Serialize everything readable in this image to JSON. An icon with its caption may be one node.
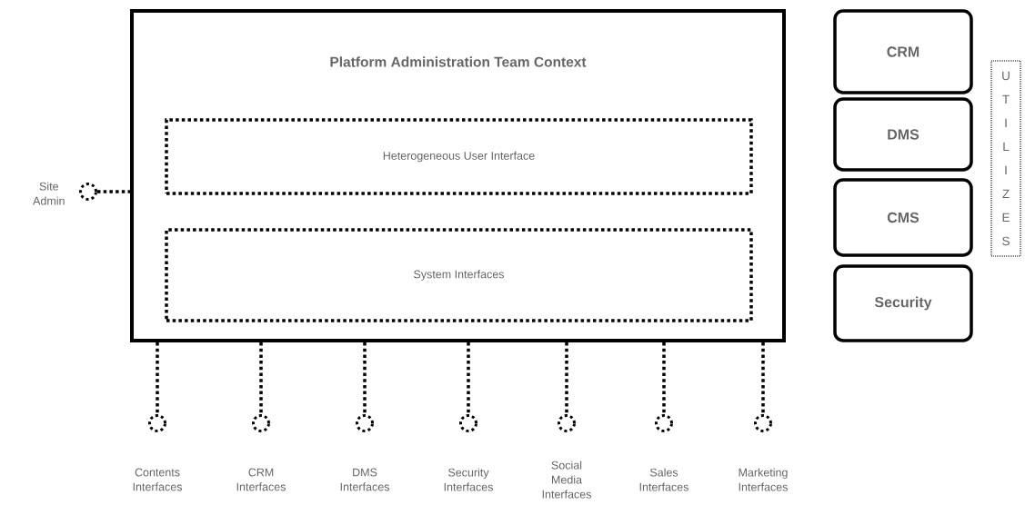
{
  "diagram": {
    "nodes": [
      {
        "text": [
          "Platform Administration Team Context"
        ]
      },
      {
        "text": [
          "Heterogeneous User Interface"
        ],
        "in": 0
      },
      {
        "text": [
          "System Interfaces"
        ],
        "in": 0
      },
      {
        "text": [
          "CRM"
        ]
      },
      {
        "text": [
          "DMS"
        ]
      },
      {
        "text": [
          "CMS"
        ]
      },
      {
        "text": [
          "Security"
        ]
      },
      {
        "text": [
          "U T I L I Z E S"
        ]
      },
      {
        "text": [],
        "shape": "circle",
        "beside": [
          "Site Admin"
        ]
      },
      {
        "text": [],
        "shape": "circle",
        "beside": [
          "Contents Interfaces"
        ]
      },
      {
        "text": [],
        "shape": "circle",
        "beside": [
          "CRM Interfaces"
        ]
      },
      {
        "text": [],
        "shape": "circle",
        "beside": [
          "DMS Interfaces"
        ]
      },
      {
        "text": [],
        "shape": "circle",
        "beside": [
          "Security Interfaces"
        ]
      },
      {
        "text": [],
        "shape": "circle",
        "beside": [
          "Social Media Interfaces"
        ]
      },
      {
        "text": [],
        "shape": "circle",
        "beside": [
          "Sales Interfaces"
        ]
      },
      {
        "text": [],
        "shape": "circle",
        "beside": [
          "Marketing Interfaces"
        ]
      }
    ],
    "edges": [
      {
        "from": 8,
        "to": 0,
        "arrow": "none"
      },
      {
        "from": 0,
        "to": 9,
        "arrow": "none"
      },
      {
        "from": 0,
        "to": 10,
        "arrow": "none"
      },
      {
        "from": 0,
        "to": 11,
        "arrow": "none"
      },
      {
        "from": 0,
        "to": 12,
        "arrow": "none"
      },
      {
        "from": 0,
        "to": 13,
        "arrow": "none"
      },
      {
        "from": 0,
        "to": 14,
        "arrow": "none"
      },
      {
        "from": 0,
        "to": 15,
        "arrow": "none"
      }
    ]
  }
}
